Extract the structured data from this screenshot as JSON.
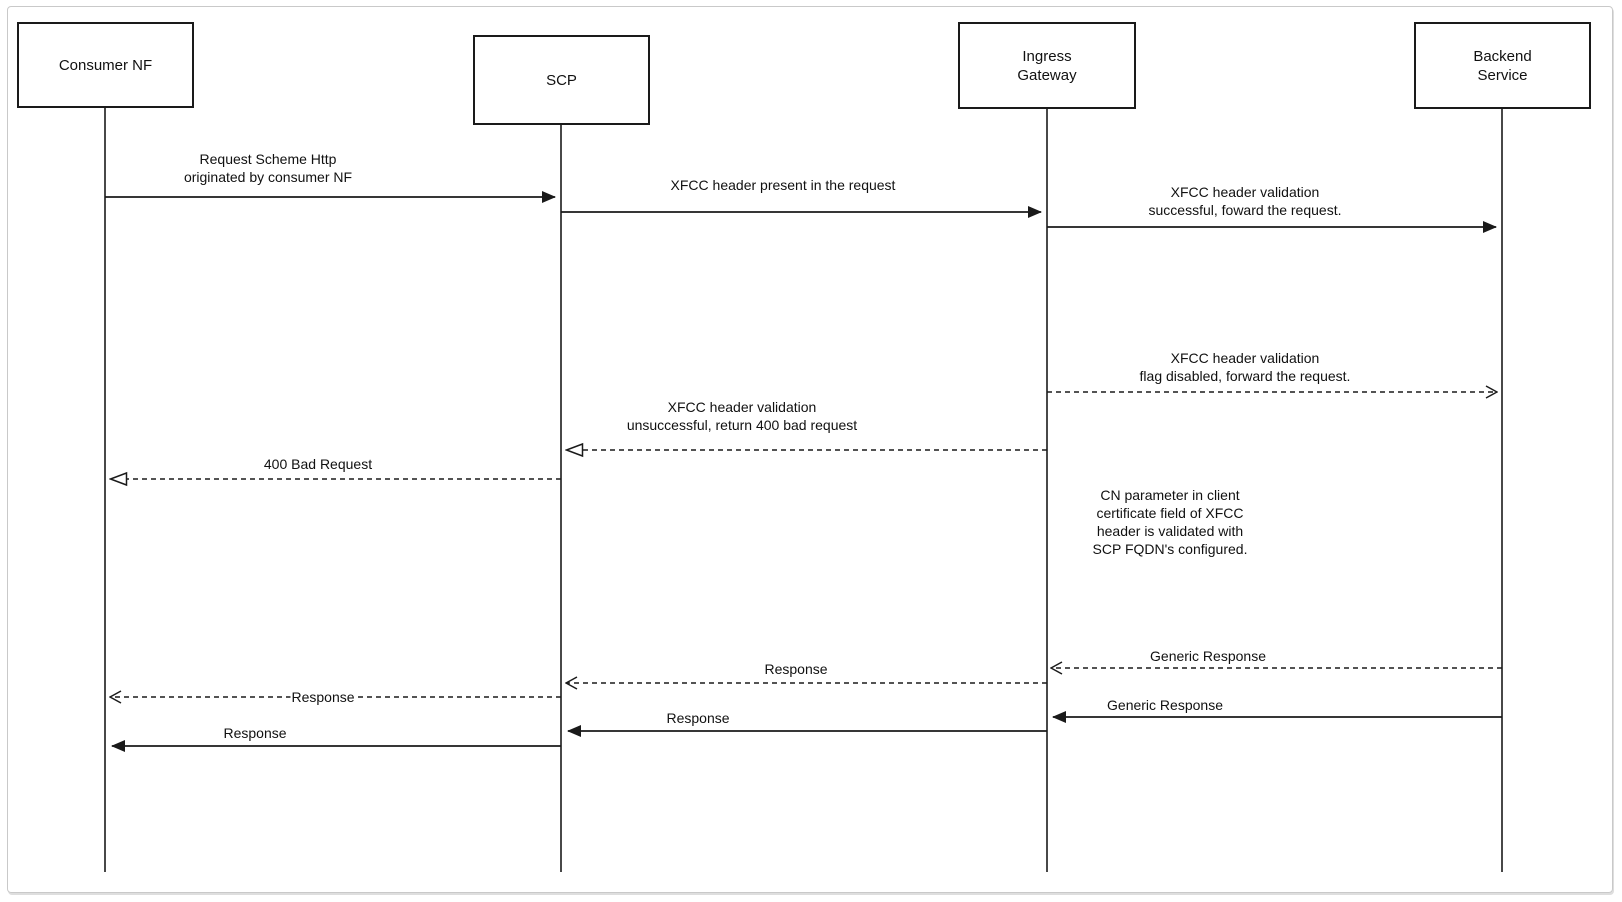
{
  "diagram": {
    "type": "sequence-diagram",
    "actors": [
      {
        "id": "consumer-nf",
        "label": "Consumer NF"
      },
      {
        "id": "scp",
        "label": "SCP"
      },
      {
        "id": "ingress-gateway",
        "label": "Ingress\nGateway"
      },
      {
        "id": "backend-service",
        "label": "Backend\nService"
      }
    ],
    "messages": [
      {
        "from": "Consumer NF",
        "to": "SCP",
        "line": "solid",
        "arrowhead": "filled",
        "label": "Request Scheme Http\noriginated by consumer NF"
      },
      {
        "from": "SCP",
        "to": "Ingress Gateway",
        "line": "solid",
        "arrowhead": "filled",
        "label": "XFCC header present in the request"
      },
      {
        "from": "Ingress Gateway",
        "to": "Backend Service",
        "line": "solid",
        "arrowhead": "filled",
        "label": "XFCC header validation\nsuccessful, foward the request."
      },
      {
        "from": "Ingress Gateway",
        "to": "Backend Service",
        "line": "dashed",
        "arrowhead": "open",
        "label": "XFCC header validation\nflag disabled, forward the request."
      },
      {
        "from": "Ingress Gateway",
        "to": "SCP",
        "line": "dashed",
        "arrowhead": "hollow",
        "label": "XFCC header validation\nunsuccessful, return 400 bad request"
      },
      {
        "from": "SCP",
        "to": "Consumer NF",
        "line": "dashed",
        "arrowhead": "hollow",
        "label": "400 Bad Request"
      },
      {
        "from": "Backend Service",
        "to": "Ingress Gateway",
        "line": "dashed",
        "arrowhead": "open",
        "label": "Generic Response"
      },
      {
        "from": "Ingress Gateway",
        "to": "SCP",
        "line": "dashed",
        "arrowhead": "open",
        "label": "Response"
      },
      {
        "from": "SCP",
        "to": "Consumer NF",
        "line": "dashed",
        "arrowhead": "open",
        "label": "Response"
      },
      {
        "from": "Backend Service",
        "to": "Ingress Gateway",
        "line": "solid",
        "arrowhead": "filled",
        "label": "Generic Response"
      },
      {
        "from": "Ingress Gateway",
        "to": "SCP",
        "line": "solid",
        "arrowhead": "filled",
        "label": "Response"
      },
      {
        "from": "SCP",
        "to": "Consumer NF",
        "line": "solid",
        "arrowhead": "filled",
        "label": "Response"
      }
    ],
    "note": {
      "attached_to": "Ingress Gateway",
      "text": "CN parameter in client\ncertificate field of XFCC\nheader is validated with\nSCP FQDN's configured."
    }
  },
  "colors": {
    "stroke": "#1a1a1a",
    "background": "#ffffff",
    "frame_border": "#c9c9c9"
  }
}
